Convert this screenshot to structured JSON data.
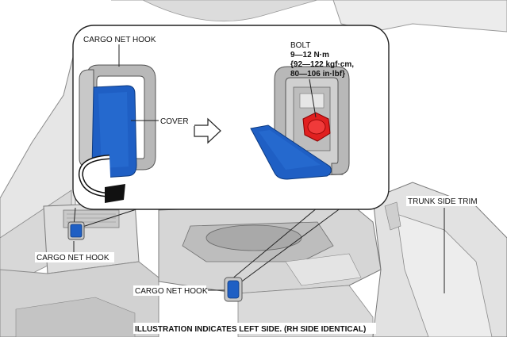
{
  "labels": {
    "cargo_net_hook_inset": "CARGO NET HOOK",
    "cover": "COVER",
    "bolt": "BOLT",
    "torque_nm": "9—12 N·m",
    "torque_kgfcm": "{92—122 kgf·cm,",
    "torque_inlbf": "80—106 in·lbf}",
    "trunk_side_trim": "TRUNK SIDE TRIM",
    "cargo_net_hook_left": "CARGO NET HOOK",
    "cargo_net_hook_center": "CARGO NET HOOK",
    "caption": "ILLUSTRATION INDICATES LEFT SIDE. (RH SIDE IDENTICAL)"
  },
  "colors": {
    "part_blue": "#1f5fc4",
    "bolt_red": "#e02020",
    "hook_gray": "#b8b8b8",
    "trim_gray": "#e2e2e2",
    "line": "#222222"
  }
}
